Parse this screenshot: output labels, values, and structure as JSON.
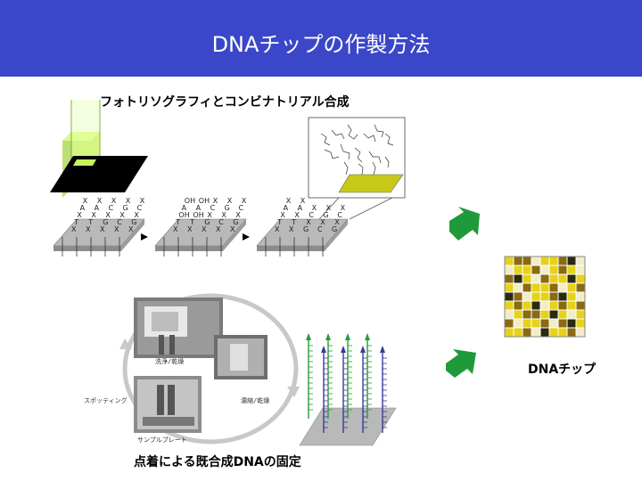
{
  "slide": {
    "title": "DNAチップの作製方法",
    "photolithography_label": "フォトリソグラフィとコンビナトリアル合成",
    "spotting_label": "点着による既合成DNAの固定",
    "chip_label": "DNAチップ"
  },
  "colors": {
    "title_bar": "#3a47c8",
    "arrow_green": "#1f9a3a",
    "mask_yellow": "#c7f25a",
    "substrate": "#b9b9b9"
  },
  "panel1": {
    "rows": [
      [
        "X",
        "X",
        "X",
        "X",
        "X"
      ],
      [
        "A",
        "A",
        "C",
        "G",
        "C"
      ],
      [
        "X",
        "X",
        "X",
        "X",
        "X"
      ],
      [
        "T",
        "T",
        "G",
        "C",
        "G"
      ],
      [
        "X",
        "X",
        "X",
        "X",
        "X"
      ]
    ]
  },
  "panel2": {
    "rows": [
      [
        "OH",
        "OH",
        "X",
        "X",
        "X"
      ],
      [
        "A",
        "A",
        "C",
        "G",
        "C"
      ],
      [
        "OH",
        "OH",
        "X",
        "X",
        "X"
      ],
      [
        "T",
        "T",
        "G",
        "C",
        "G"
      ],
      [
        "X",
        "X",
        "X",
        "X",
        "X"
      ]
    ]
  },
  "panel3": {
    "rows": [
      [
        "X",
        "X",
        "",
        "",
        ""
      ],
      [
        "A",
        "A",
        "X",
        "X",
        "X"
      ],
      [
        "X",
        "X",
        "C",
        "G",
        "C"
      ],
      [
        "T",
        "T",
        "X",
        "X",
        "X"
      ],
      [
        "X",
        "X",
        "G",
        "C",
        "G"
      ]
    ]
  },
  "chip_grid": [
    "ybbwyybkw",
    "wyybwybyw",
    "bkywbyyky",
    "ywbyybwyb",
    "kbwyybkyw",
    "ybykwybyb",
    "wybbykywy",
    "bwyybwbky",
    "yybwkyybw"
  ]
}
